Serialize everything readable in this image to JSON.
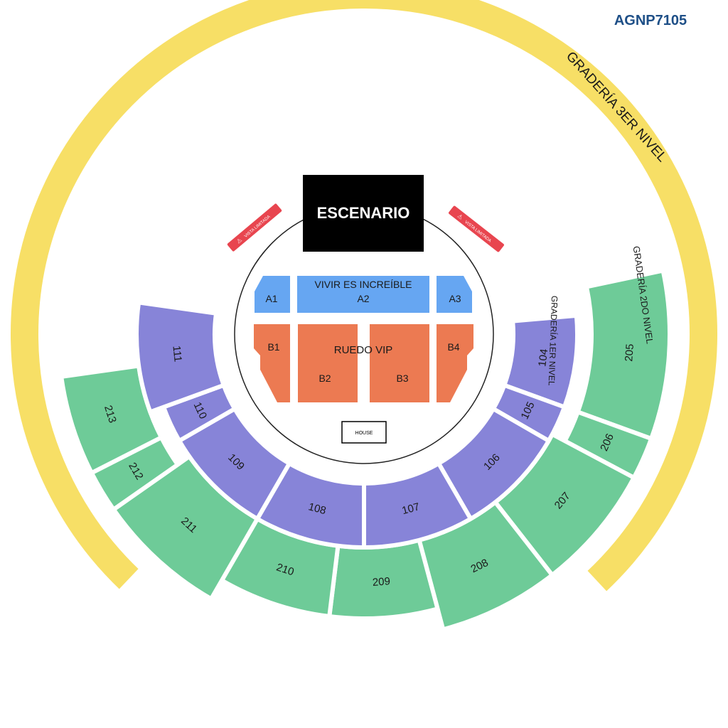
{
  "event_code": "AGNP7105",
  "stage": {
    "label": "ESCENARIO"
  },
  "house": {
    "label": "HOUSE"
  },
  "restricted_view": {
    "label": "VISTA LIMITADA"
  },
  "floor": {
    "a_zone": {
      "title": "VIVIR ES INCREÍBLE",
      "sections": [
        "A1",
        "A2",
        "A3"
      ]
    },
    "b_zone": {
      "title": "RUEDO VIP",
      "sections": [
        "B1",
        "B2",
        "B3",
        "B4"
      ]
    }
  },
  "level1": {
    "title": "GRADERÍA 1ER NIVEL",
    "sections": [
      "104",
      "105",
      "106",
      "107",
      "108",
      "109",
      "110",
      "111"
    ]
  },
  "level2": {
    "title": "GRADERÍA 2DO NIVEL",
    "sections": [
      "205",
      "206",
      "207",
      "208",
      "209",
      "210",
      "211",
      "212",
      "213"
    ]
  },
  "level3": {
    "title": "GRADERÍA 3ER NIVEL"
  },
  "colors": {
    "stage": "#000000",
    "a_zone": "#66a6f2",
    "b_zone": "#ec7a52",
    "level1": "#8784d8",
    "level2": "#6ecb98",
    "level3": "#f7df66",
    "restricted": "#e8454f"
  }
}
